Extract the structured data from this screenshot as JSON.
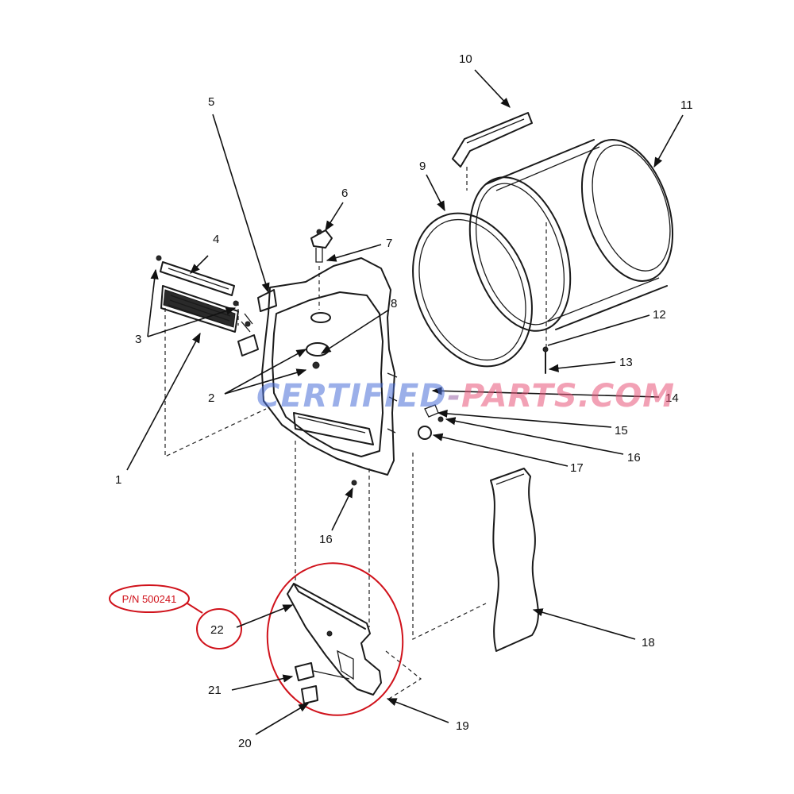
{
  "callouts": {
    "c1": "1",
    "c2": "2",
    "c3": "3",
    "c4": "4",
    "c5": "5",
    "c6": "6",
    "c7": "7",
    "c8": "8",
    "c9": "9",
    "c10": "10",
    "c11": "11",
    "c12": "12",
    "c13": "13",
    "c14": "14",
    "c15": "15",
    "c16a": "16",
    "c16b": "16",
    "c17": "17",
    "c18": "18",
    "c19": "19",
    "c20": "20",
    "c21": "21",
    "c22": "22"
  },
  "part_number_tag": "P/N 500241",
  "watermark": {
    "left": "CERTIFIED",
    "dash": "-",
    "right": "PARTS.COM"
  },
  "colors": {
    "highlight": "#d0121b",
    "watermark_blue": "#4a6fd8",
    "watermark_pink": "#e8557a",
    "line": "#1a1a1a"
  }
}
